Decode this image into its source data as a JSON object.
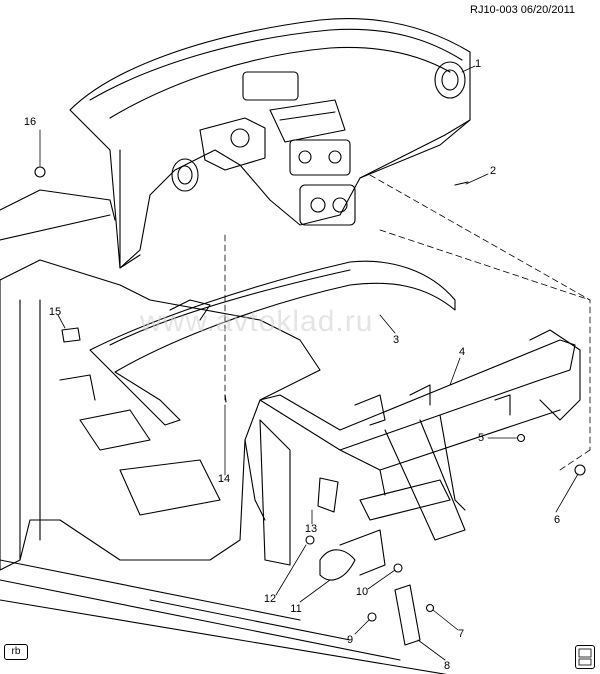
{
  "header": {
    "ref_code": "RJ10-003",
    "date": "06/20/2011"
  },
  "watermark": "www.avtoklad.ru",
  "corner_tag": "rb",
  "callouts": [
    "1",
    "2",
    "3",
    "4",
    "5",
    "6",
    "7",
    "8",
    "9",
    "10",
    "11",
    "12",
    "13",
    "14",
    "15",
    "16"
  ]
}
